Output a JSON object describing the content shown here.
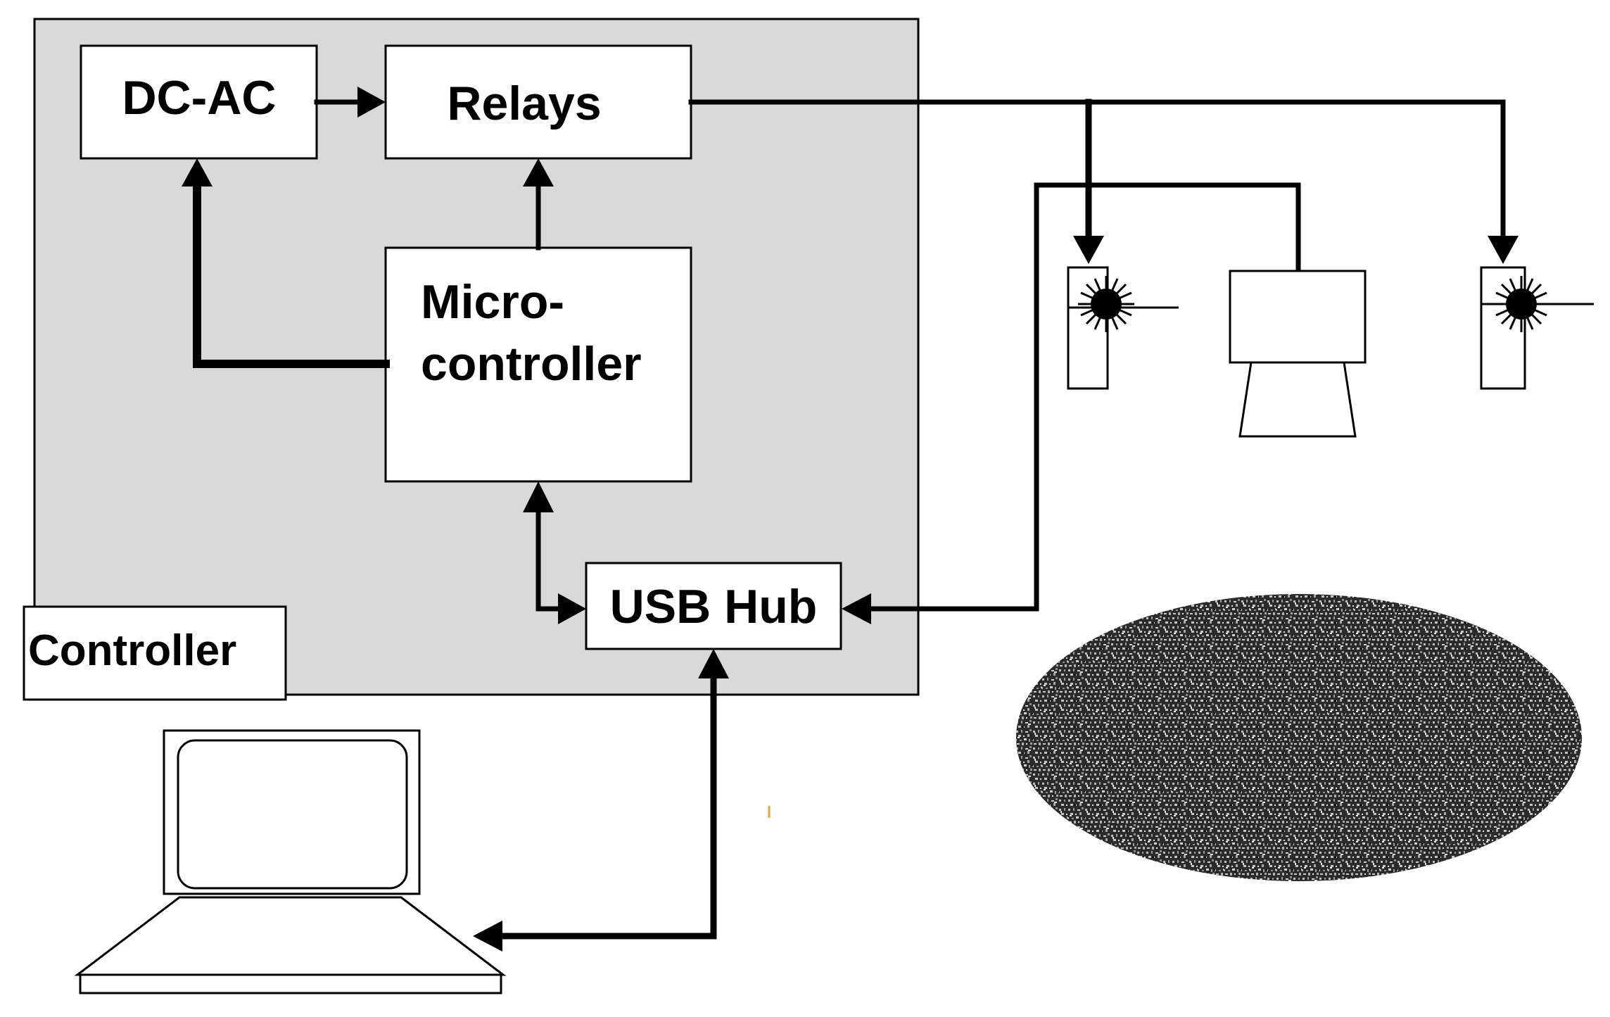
{
  "colors": {
    "background": "#ffffff",
    "controller_fill": "#d9d9d9",
    "box_fill": "#ffffff",
    "stroke": "#000000",
    "speckle_dark": "#1a1a1a",
    "speckle_light": "#bdbdbd"
  },
  "labels": {
    "dcac": "DC-AC",
    "relays": "Relays",
    "micro_line1": "Micro-",
    "micro_line2": "controller",
    "usbhub": "USB Hub",
    "controller": "Controller"
  },
  "icons": {
    "lamp": "strobe-lamp-icon",
    "camera": "camera-icon",
    "laptop": "laptop-icon",
    "speckle_target": "speckle-target-icon"
  }
}
